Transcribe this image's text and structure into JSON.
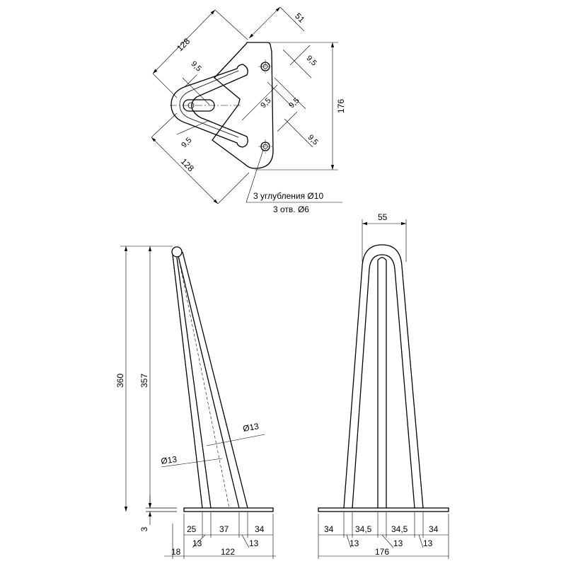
{
  "top_view": {
    "diag_width_upper": "128",
    "diag_width_lower": "128",
    "plate_width": "51",
    "plate_height": "176",
    "pitch_a": "9,5",
    "pitch_b": "9,5",
    "pitch_c": "9,5",
    "pitch_d": "9,5",
    "pitch_e": "9,5",
    "pitch_f": "9,5",
    "note_countersinks": "3 углубления Ø10",
    "note_holes": "3 отв. Ø6"
  },
  "side_view": {
    "height_total": "360",
    "height_rod": "357",
    "plate_thickness": "3",
    "rod_diameter_upper": "Ø13",
    "rod_diameter_lower": "Ø13",
    "seg_1": "25",
    "seg_2": "37",
    "seg_3": "34",
    "rod_13_a": "13",
    "rod_13_b": "13",
    "offset": "18",
    "base_length": "122"
  },
  "front_view": {
    "loop_width": "55",
    "seg_1": "34",
    "seg_2": "34,5",
    "seg_3": "34,5",
    "seg_4": "34",
    "rod_13_a": "13",
    "rod_13_b": "13",
    "rod_13_c": "13",
    "base_length": "176"
  }
}
